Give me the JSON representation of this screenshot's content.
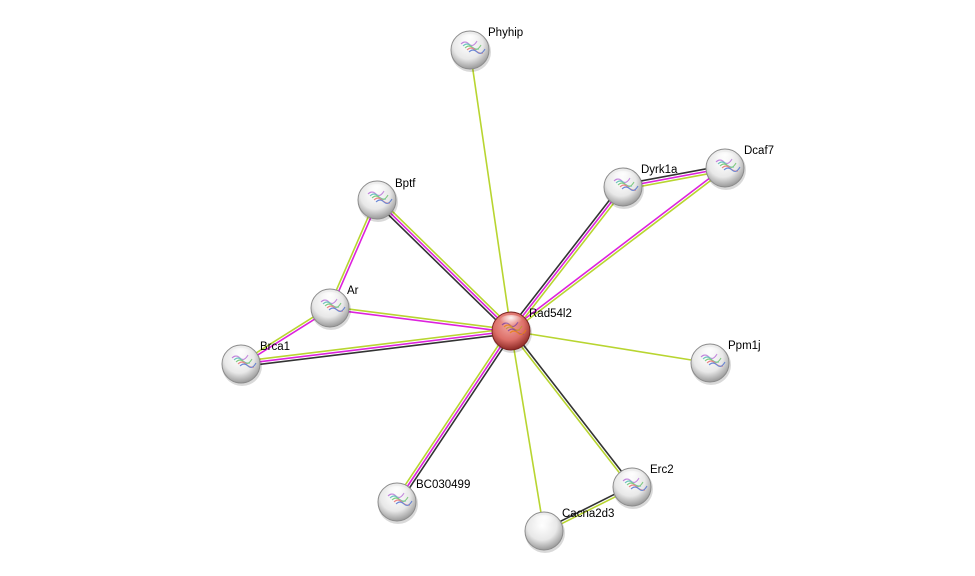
{
  "network": {
    "query_node": "Rad54l2",
    "nodes": [
      {
        "id": "Rad54l2",
        "label": "Rad54l2",
        "query": true
      },
      {
        "id": "Phyhip",
        "label": "Phyhip"
      },
      {
        "id": "Bptf",
        "label": "Bptf"
      },
      {
        "id": "Ar",
        "label": "Ar"
      },
      {
        "id": "Brca1",
        "label": "Brca1"
      },
      {
        "id": "Dyrk1a",
        "label": "Dyrk1a"
      },
      {
        "id": "Dcaf7",
        "label": "Dcaf7"
      },
      {
        "id": "Ppm1j",
        "label": "Ppm1j"
      },
      {
        "id": "Erc2",
        "label": "Erc2"
      },
      {
        "id": "Cacna2d3",
        "label": "Cacna2d3"
      },
      {
        "id": "BC030499",
        "label": "BC030499"
      }
    ],
    "edges": [
      {
        "source": "Rad54l2",
        "target": "Phyhip",
        "evidence": [
          "textmining"
        ]
      },
      {
        "source": "Rad54l2",
        "target": "Bptf",
        "evidence": [
          "coexpression",
          "experiments",
          "textmining"
        ]
      },
      {
        "source": "Rad54l2",
        "target": "Ar",
        "evidence": [
          "experiments",
          "textmining"
        ]
      },
      {
        "source": "Rad54l2",
        "target": "Brca1",
        "evidence": [
          "coexpression",
          "experiments",
          "textmining"
        ]
      },
      {
        "source": "Rad54l2",
        "target": "Dyrk1a",
        "evidence": [
          "coexpression",
          "experiments",
          "textmining"
        ]
      },
      {
        "source": "Rad54l2",
        "target": "Dcaf7",
        "evidence": [
          "experiments",
          "textmining"
        ]
      },
      {
        "source": "Rad54l2",
        "target": "Ppm1j",
        "evidence": [
          "textmining"
        ]
      },
      {
        "source": "Rad54l2",
        "target": "Erc2",
        "evidence": [
          "coexpression",
          "textmining"
        ]
      },
      {
        "source": "Rad54l2",
        "target": "Cacna2d3",
        "evidence": [
          "textmining"
        ]
      },
      {
        "source": "Rad54l2",
        "target": "BC030499",
        "evidence": [
          "coexpression",
          "experiments",
          "textmining"
        ]
      },
      {
        "source": "Bptf",
        "target": "Ar",
        "evidence": [
          "experiments",
          "textmining"
        ]
      },
      {
        "source": "Ar",
        "target": "Brca1",
        "evidence": [
          "experiments",
          "textmining"
        ]
      },
      {
        "source": "Dyrk1a",
        "target": "Dcaf7",
        "evidence": [
          "coexpression",
          "experiments",
          "textmining"
        ]
      },
      {
        "source": "Cacna2d3",
        "target": "Erc2",
        "evidence": [
          "coexpression",
          "textmining"
        ]
      }
    ],
    "evidence_colors": {
      "coexpression": "#333333",
      "experiments": "#dd22dd",
      "textmining": "#b8d530"
    },
    "node_colors": {
      "query": "#d9534f",
      "default": "#e6e6e6"
    }
  }
}
